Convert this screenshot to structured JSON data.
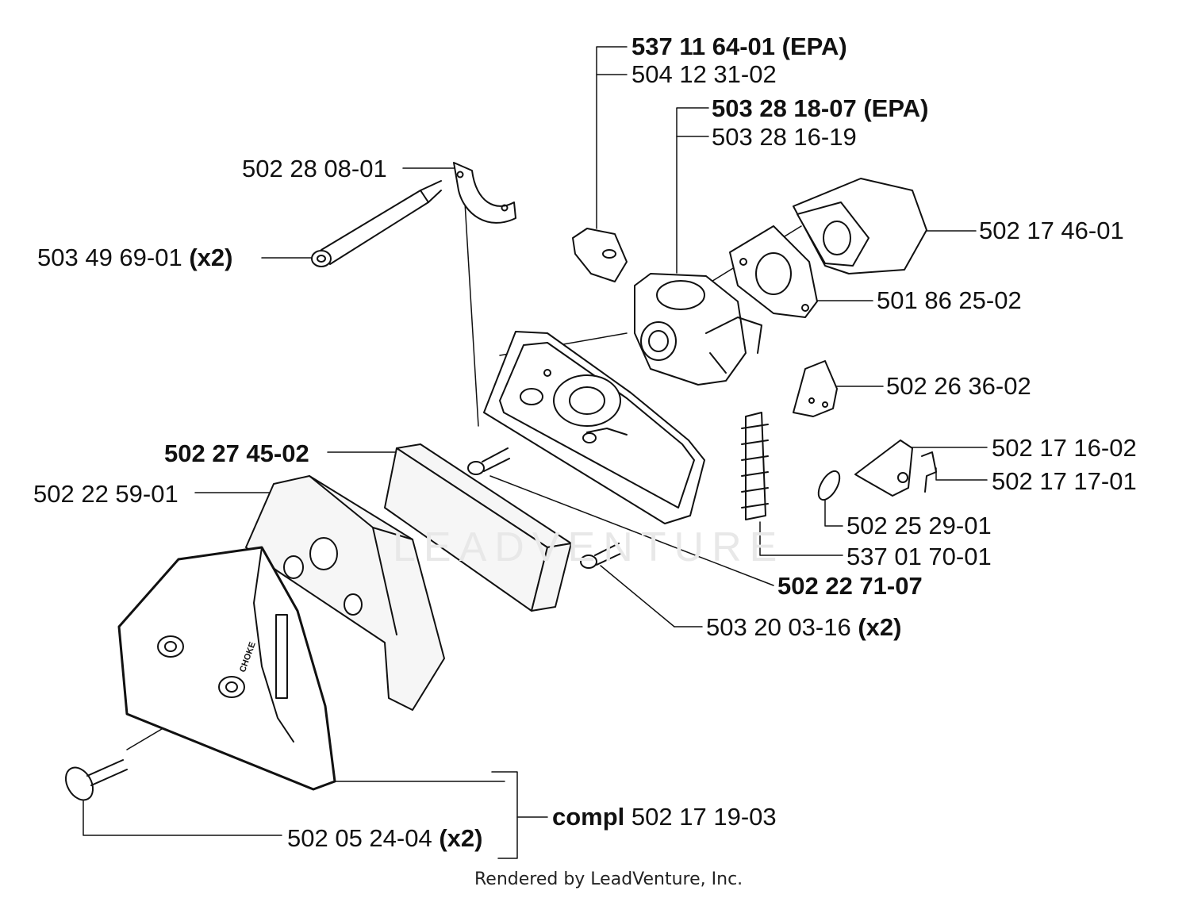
{
  "watermark": "LEADVENTURE",
  "footer": "Rendered by LeadVenture, Inc.",
  "choke_text": "CHOKE",
  "parts": [
    {
      "id": "carb-epa",
      "number": "537 11 64-01 (EPA)",
      "bold": true
    },
    {
      "id": "carb-alt",
      "number": "504 12 31-02",
      "bold": false
    },
    {
      "id": "carburetor-epa",
      "number": "503 28 18-07 (EPA)",
      "bold": true
    },
    {
      "id": "carburetor",
      "number": "503 28 16-19",
      "bold": false
    },
    {
      "id": "bracket",
      "number": "502 28 08-01",
      "bold": false
    },
    {
      "id": "intake-block",
      "number": "502 17 46-01",
      "bold": false
    },
    {
      "id": "stud",
      "number": "503 49 69-01",
      "qty": "(x2)",
      "bold": false
    },
    {
      "id": "gasket",
      "number": "501 86 25-02",
      "bold": false
    },
    {
      "id": "plate",
      "number": "502 26 36-02",
      "bold": false
    },
    {
      "id": "filter-element",
      "number": "502 27 45-02",
      "bold": true
    },
    {
      "id": "lever",
      "number": "502 17 16-02",
      "bold": false
    },
    {
      "id": "prefilter",
      "number": "502 22 59-01",
      "bold": false
    },
    {
      "id": "clip",
      "number": "502 17 17-01",
      "bold": false
    },
    {
      "id": "ring",
      "number": "502 25 29-01",
      "bold": false
    },
    {
      "id": "bellows",
      "number": "537 01 70-01",
      "bold": false
    },
    {
      "id": "filter-holder",
      "number": "502 22 71-07",
      "bold": true
    },
    {
      "id": "screw",
      "number": "503 20 03-16",
      "qty": "(x2)",
      "bold": false
    },
    {
      "id": "compl-kit",
      "prefix": "compl",
      "number": "502 17 19-03",
      "bold": false
    },
    {
      "id": "knob-screw",
      "number": "502 05 24-04",
      "qty": "(x2)",
      "bold": false
    }
  ]
}
